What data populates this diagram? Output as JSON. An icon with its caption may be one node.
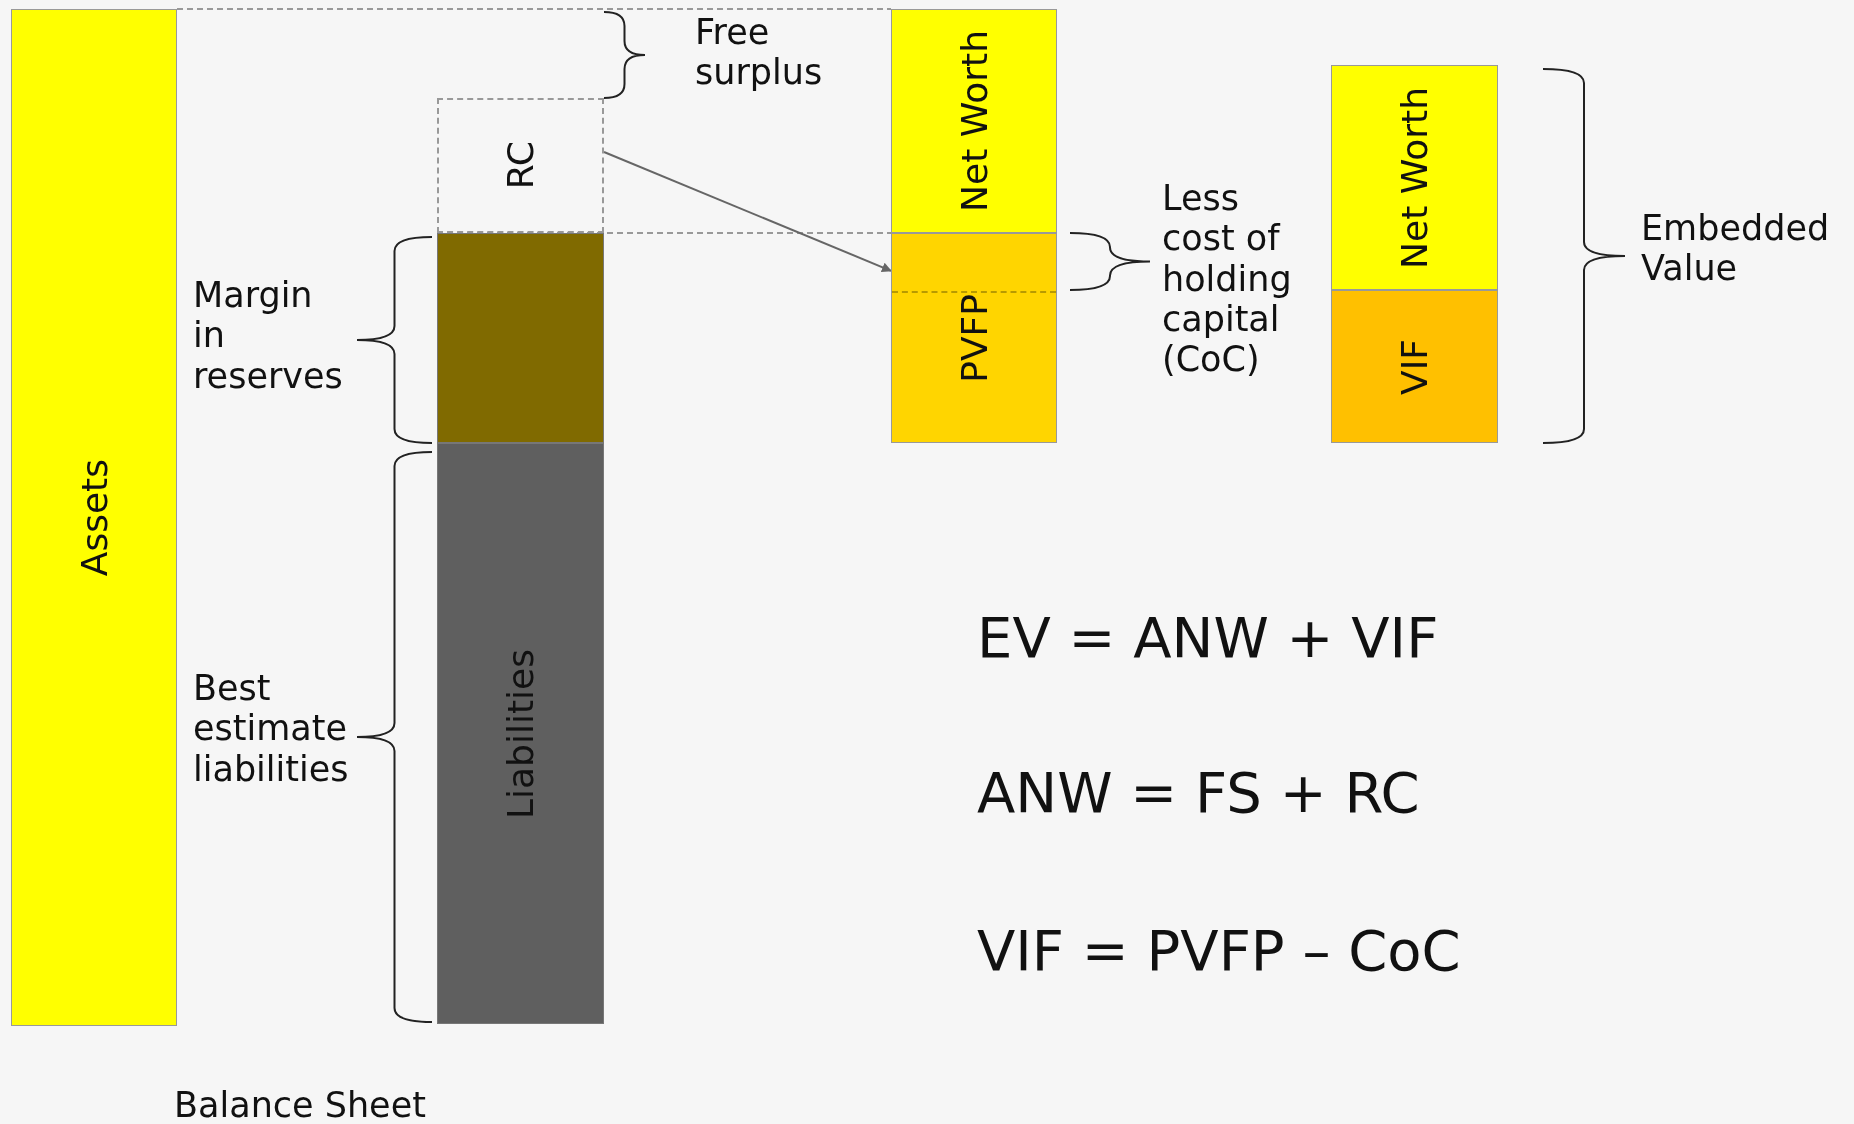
{
  "diagram": {
    "caption": "Balance Sheet",
    "nodes": [
      {
        "text": [
          "Assets"
        ]
      },
      {
        "text": [
          "RC"
        ]
      },
      {
        "text": [],
        "shape": "box"
      },
      {
        "text": [
          "Liabilities"
        ]
      },
      {
        "text": [
          "Net Worth"
        ]
      },
      {
        "text": [
          "PVFP"
        ]
      },
      {
        "text": [
          "Net Worth"
        ]
      },
      {
        "text": [
          "VIF"
        ]
      }
    ],
    "edges": [
      {
        "from": 1,
        "to": 5,
        "arrow": "to"
      }
    ],
    "labels": [
      "Free surplus",
      "Less cost of holding capital (CoC)",
      "Embedded Value",
      "Margin in reserves",
      "Best estimate liabilities",
      "EV = ANW + VIF",
      "ANW = FS + RC",
      "VIF = PVFP – CoC"
    ]
  }
}
